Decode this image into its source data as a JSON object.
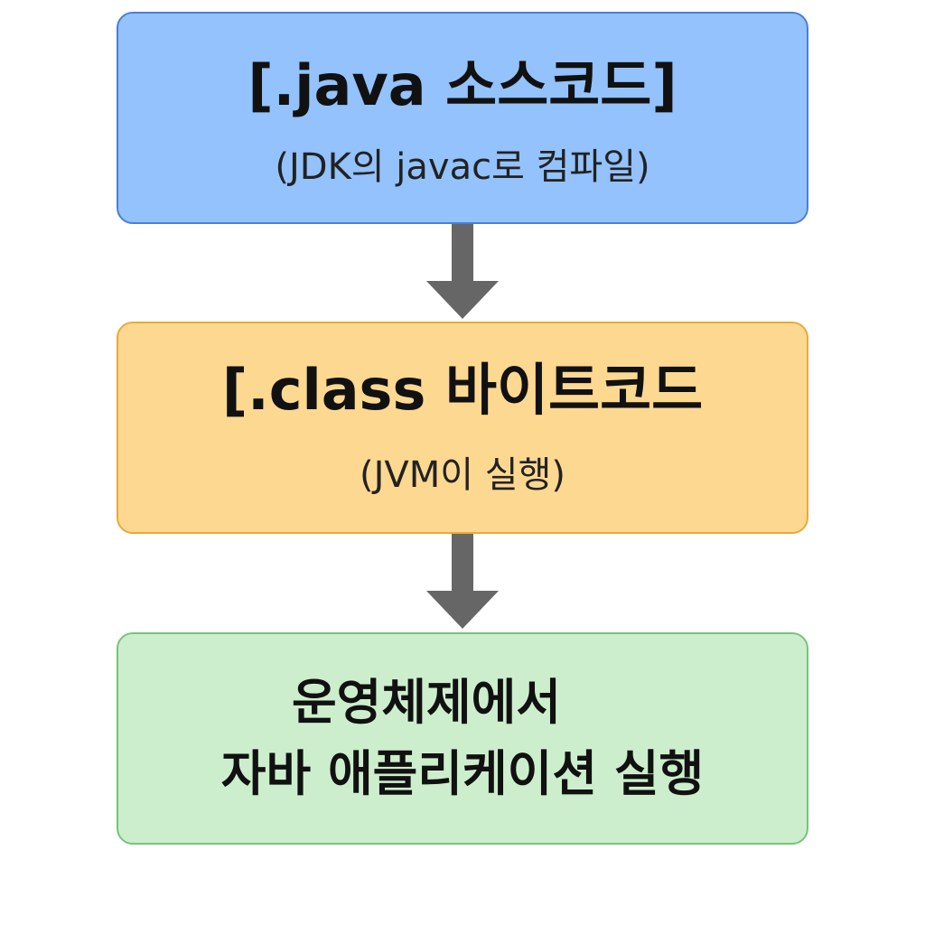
{
  "nodes": [
    {
      "title": "[.java 소스코드]",
      "subtitle": "(JDK의 javac로 컴파일)",
      "fill": "#93c2fc",
      "border": "#4b7fd6"
    },
    {
      "title": "[.class 바이트코드",
      "subtitle": "(JVM이 실행)",
      "fill": "#fdd891",
      "border": "#e8aa3a"
    },
    {
      "title_line1": "운영체제에서",
      "title_line2": "자바 애플리케이션 실행",
      "fill": "#cdeecd",
      "border": "#76c47a"
    }
  ],
  "arrow_color": "#666666"
}
